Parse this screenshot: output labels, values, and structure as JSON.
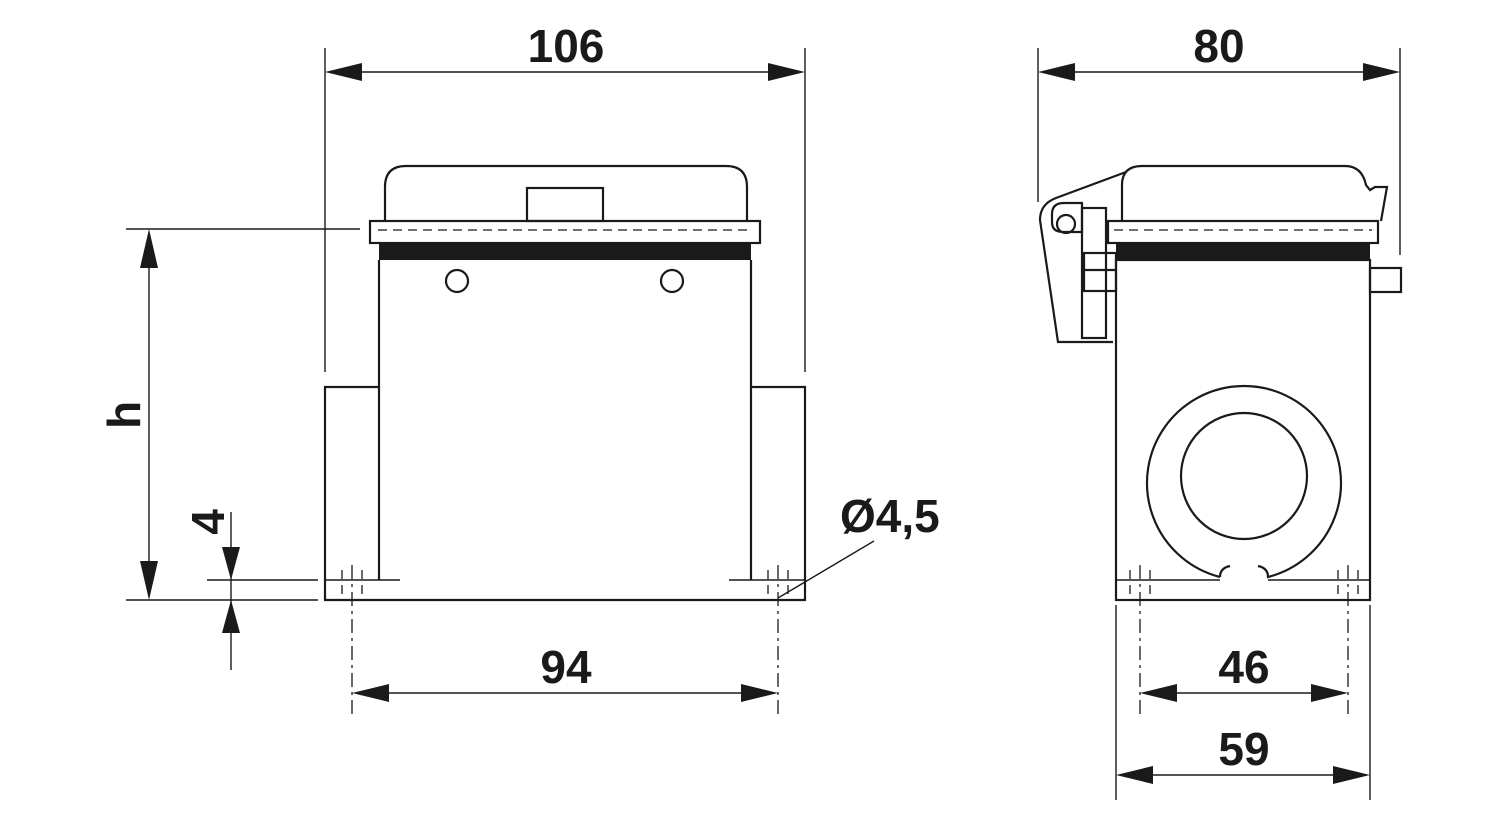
{
  "dimensions": {
    "front_width": "106",
    "side_depth": "80",
    "front_hole_spacing": "94",
    "side_hole_spacing": "46",
    "side_base_width": "59",
    "height": "h",
    "base_thickness": "4",
    "hole_diameter": "Ø4,5"
  },
  "colors": {
    "line": "#1a1a1a",
    "background": "#ffffff"
  }
}
